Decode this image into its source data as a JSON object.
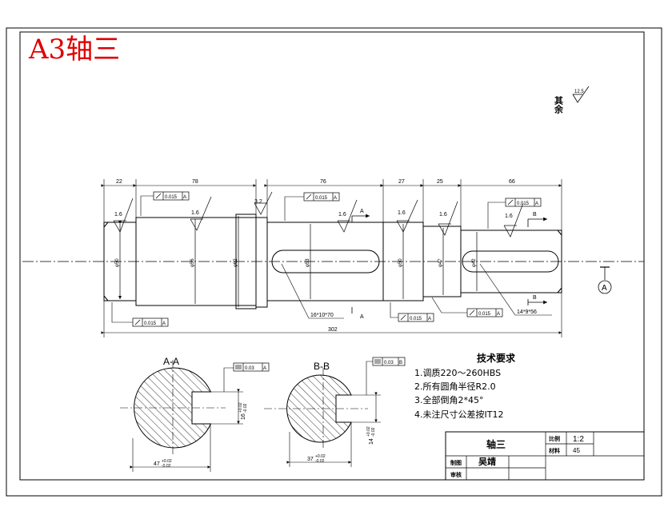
{
  "sheet_title": "A3轴三",
  "other_roughness": {
    "label": "其余",
    "value": "12.5"
  },
  "dimensions": {
    "d22": "22",
    "d78": "78",
    "d76": "76",
    "d27": "27",
    "d25": "25",
    "d66": "66",
    "total": "302",
    "phi50a": "φ50",
    "phi56": "φ56",
    "phi62": "φ62",
    "phi53": "φ53",
    "phi50b": "φ50",
    "phi47": "φ47",
    "phi42": "φ42"
  },
  "roughness": [
    "1.6",
    "1.6",
    "3.2",
    "1.6",
    "1.6",
    "1.6",
    "1.6"
  ],
  "tolerances": {
    "runout": "0.015",
    "datum_a": "A",
    "sym_aa": "0.03",
    "sym_bb": "0.03",
    "datum_b": "B"
  },
  "keyways": {
    "left": "16*10*70",
    "right": "14*9*56"
  },
  "section_marks": {
    "a": "A",
    "b": "B"
  },
  "datum_circle": "A",
  "sections": {
    "aa_title": "A-A",
    "bb_title": "B-B",
    "aa_width": "47",
    "aa_width_tol_up": "+0.02",
    "aa_width_tol_dn": "-0.02",
    "aa_depth": "16",
    "aa_depth_tol_up": "+0.02",
    "aa_depth_tol_dn": "-0.02",
    "bb_width": "37",
    "bb_width_tol_up": "+0.02",
    "bb_width_tol_dn": "-0.02",
    "bb_depth": "14",
    "bb_depth_tol_up": "+0.02",
    "bb_depth_tol_dn": "-0.02"
  },
  "tech_req": {
    "title": "技术要求",
    "items": [
      "1.调质220～260HBS",
      "2.所有圆角半径R2.0",
      "3.全部倒角2*45°",
      "4.未注尺寸公差按IT12"
    ]
  },
  "title_block": {
    "part_name": "轴三",
    "scale_label": "比例",
    "scale_value": "1:2",
    "material_label": "材料",
    "material_value": "45",
    "drawn_label": "制图",
    "drawn_name": "吴靖",
    "check_label": "审核"
  }
}
